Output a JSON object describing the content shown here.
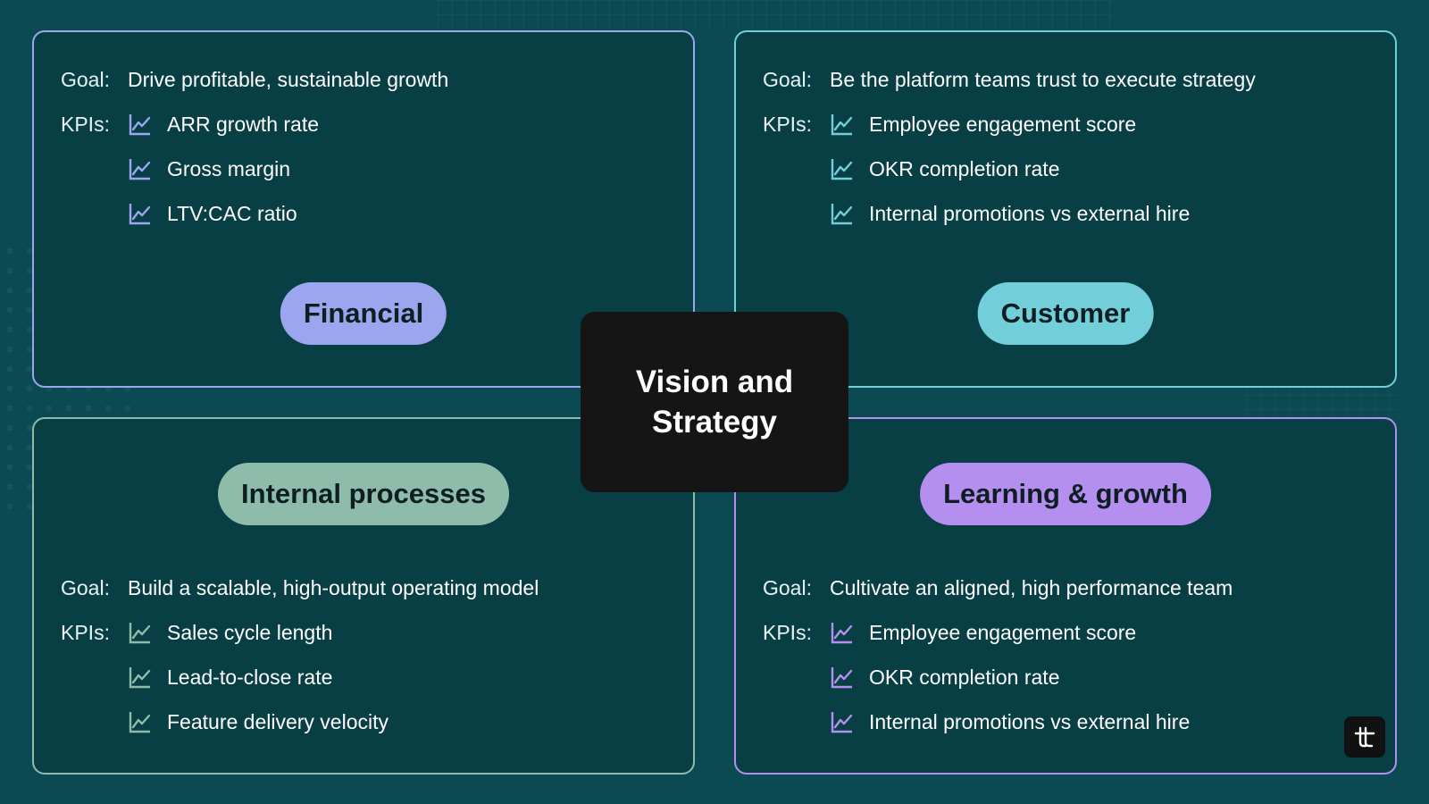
{
  "center": {
    "title": "Vision and Strategy"
  },
  "labels": {
    "goal": "Goal:",
    "kpis": "KPIs:"
  },
  "quadrants": {
    "financial": {
      "name": "Financial",
      "color": "#9aa7ee",
      "goal": "Drive profitable, sustainable growth",
      "kpis": [
        "ARR growth rate",
        "Gross margin",
        "LTV:CAC ratio"
      ],
      "icon": "trend-line-icon"
    },
    "customer": {
      "name": "Customer",
      "color": "#72cfd9",
      "goal": "Be the platform teams trust to execute strategy",
      "kpis": [
        "Employee engagement score",
        "OKR completion rate",
        "Internal promotions vs external hire"
      ],
      "icon": "trend-line-icon"
    },
    "internal": {
      "name": "Internal processes",
      "color": "#8fbcaa",
      "goal": "Build a scalable, high-output operating model",
      "kpis": [
        "Sales cycle length",
        "Lead-to-close rate",
        "Feature delivery velocity"
      ],
      "icon": "trend-line-icon"
    },
    "learning": {
      "name": "Learning & growth",
      "color": "#b58ff0",
      "goal": "Cultivate an aligned, high performance team",
      "kpis": [
        "Employee engagement score",
        "OKR completion rate",
        "Internal promotions vs external hire"
      ],
      "icon": "trend-line-icon"
    }
  },
  "brand": {
    "icon": "tt-logo-icon"
  }
}
